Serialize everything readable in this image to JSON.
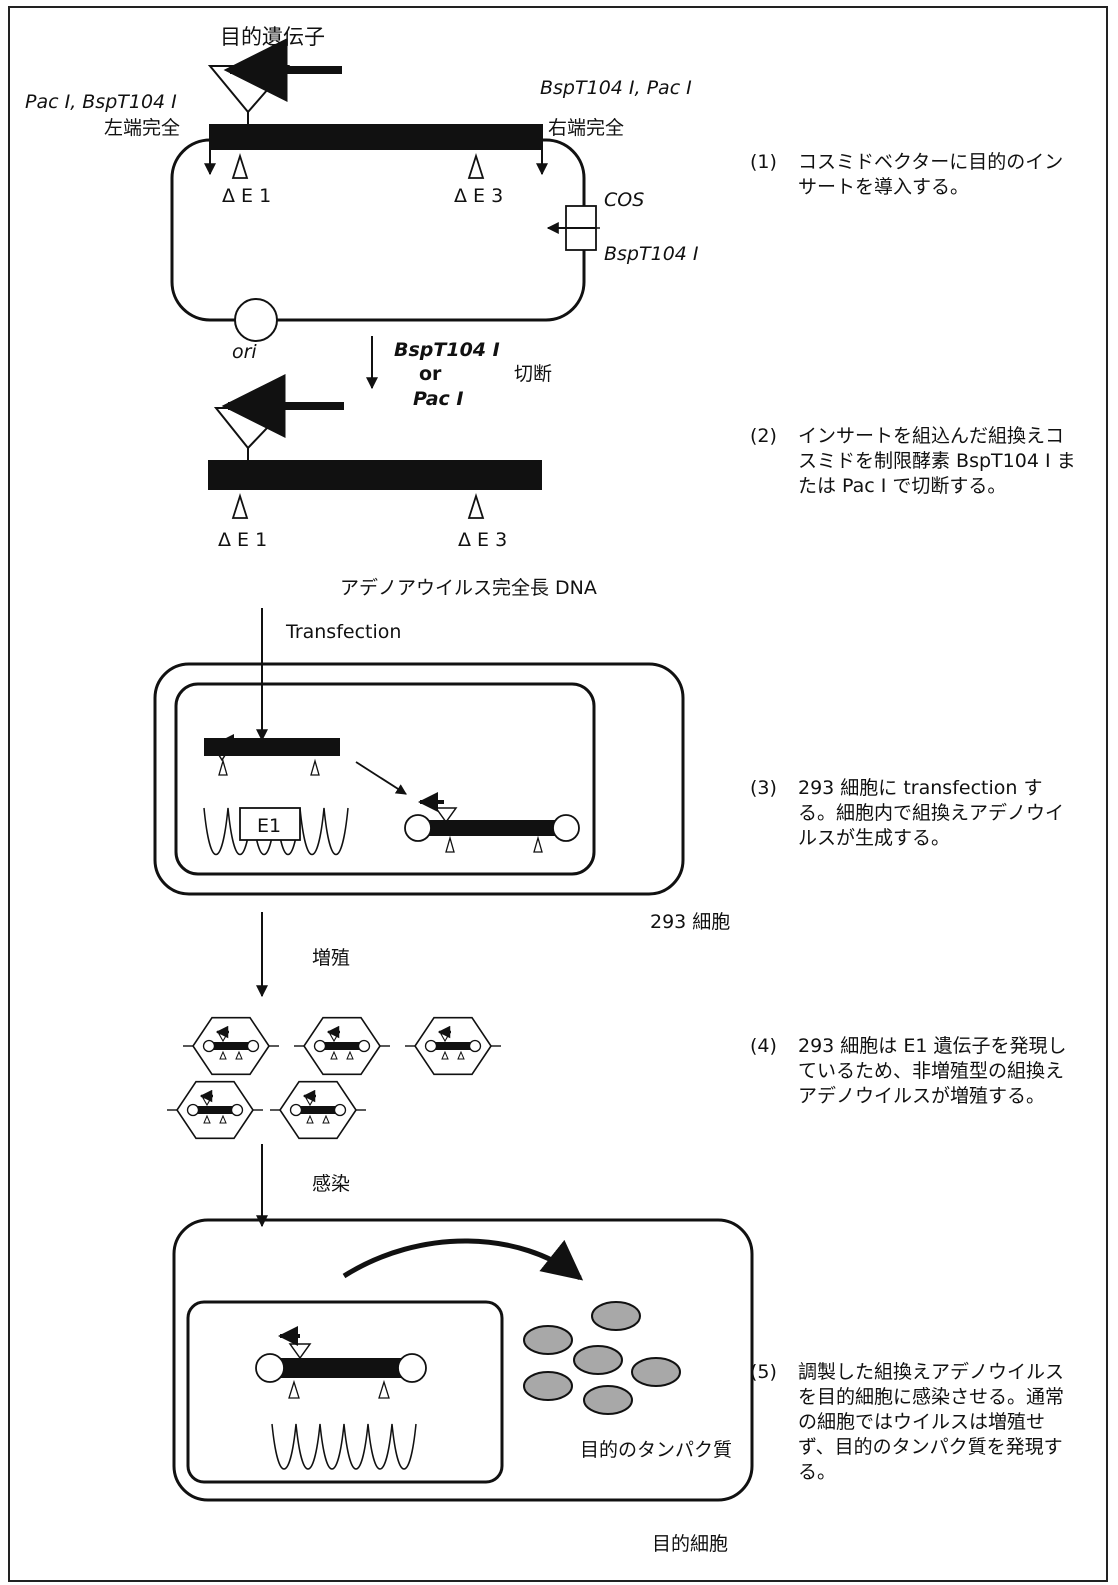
{
  "labels": {
    "gene_of_interest": "目的遺伝子",
    "left_site_pac": "Pac",
    "left_site_bsp": "Bsp",
    "left_site_full": "Pac I, BspT104 I",
    "left_end": "左端完全",
    "right_site_full": "BspT104 I, Pac I",
    "right_end": "右端完全",
    "delta_e1": "Δ E 1",
    "delta_e3": "Δ E 3",
    "cos": "COS",
    "bsp_site": "BspT104 I",
    "ori": "ori",
    "enzyme_bsp": "BspT104 I",
    "enzyme_or": "or",
    "enzyme_pac": "Pac I",
    "cut": "切断",
    "full_length_dna": "アデノアウイルス完全長 DNA",
    "transfection": "Transfection",
    "e1": "E1",
    "cells_293": "293 細胞",
    "proliferation": "増殖",
    "infection": "感染",
    "target_protein": "目的のタンパク質",
    "target_cell": "目的細胞"
  },
  "steps": [
    {
      "num": "(1)",
      "text": "コスミドベクターに目的のインサートを導入する。"
    },
    {
      "num": "(2)",
      "text": "インサートを組込んだ組換えコスミドを制限酵素 BspT104 I または Pac I で切断する。"
    },
    {
      "num": "(3)",
      "text": "293 細胞に transfection する。細胞内で組換えアデノウイルスが生成する。"
    },
    {
      "num": "(4)",
      "text": "293 細胞は E1 遺伝子を発現しているため、非増殖型の組換えアデノウイルスが増殖する。"
    },
    {
      "num": "(5)",
      "text": "調製した組換えアデノウイルスを目的細胞に感染させる。通常の細胞ではウイルスは増殖せず、目的のタンパク質を発現する。"
    }
  ],
  "colors": {
    "stroke": "#111111",
    "protein_fill": "#a8a8a8"
  }
}
